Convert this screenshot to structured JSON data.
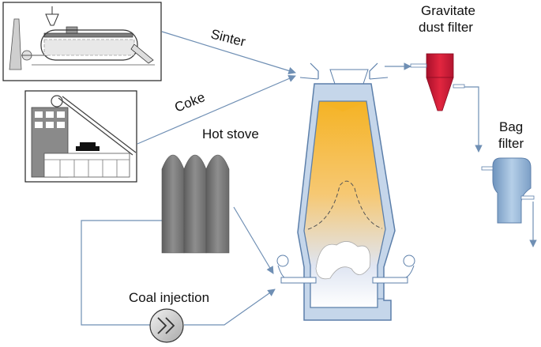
{
  "diagram": {
    "title": "",
    "labels": {
      "sinter": "Sinter",
      "coke": "Coke",
      "hot_stove": "Hot stove",
      "coal_injection": "Coal injection",
      "gravitate_line1": "Gravitate",
      "gravitate_line2": "dust filter",
      "bag_line1": "Bag",
      "bag_line2": "filter"
    },
    "colors": {
      "flow_arrow": "#6f8fb4",
      "furnace_wall": "#c5d6ea",
      "furnace_outline": "#5c7faa",
      "burden_top": "#f5b324",
      "gravitate_filter": "#d11d3c",
      "bag_filter": "#8fb3d8",
      "stove": "#7a7a7a"
    }
  }
}
